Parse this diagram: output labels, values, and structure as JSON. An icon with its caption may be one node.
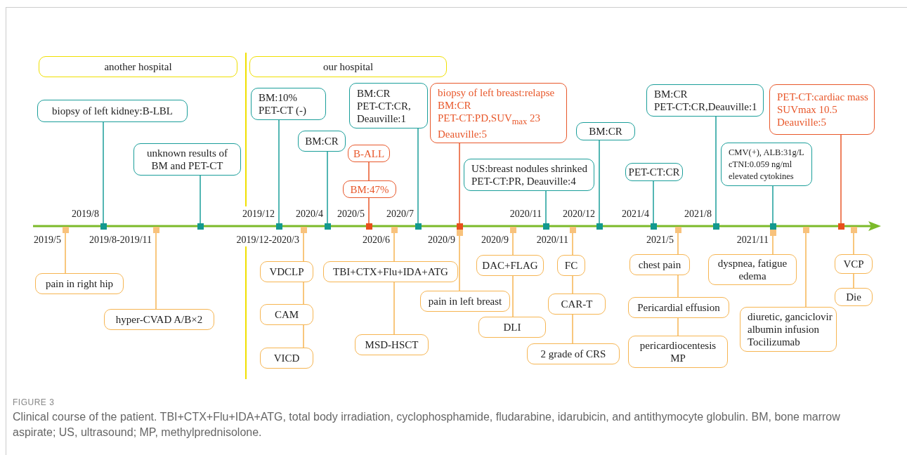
{
  "diagram": {
    "title": "FIGURE 3",
    "caption": "Clinical course of the patient. TBI+CTX+Flu+IDA+ATG, total body irradiation, cyclophosphamide, fludarabine, idarubicin, and antithymocyte globulin. BM, bone marrow aspirate; US, ultrasound; MP, methylprednisolone.",
    "nodes": [
      {
        "text": [
          "another hospital"
        ]
      },
      {
        "text": [
          "our hospital"
        ]
      },
      {
        "text": [
          "biopsy of left kidney:B-LBL"
        ]
      },
      {
        "text": [
          "unknown results of BM and PET-CT"
        ]
      },
      {
        "text": [
          "BM:10%",
          "PET-CT (-)"
        ]
      },
      {
        "text": [
          "BM:CR"
        ]
      },
      {
        "text": [
          "BM:CR",
          "PET-CT:CR,",
          "Deauville:1"
        ]
      },
      {
        "text": [
          "B-ALL"
        ]
      },
      {
        "text": [
          "BM:47%"
        ]
      },
      {
        "text": [
          "biopsy of left breast:relapse",
          "BM:CR",
          "PET-CT:PD,SUV$_{max}$ 23",
          "Deauville:5"
        ]
      },
      {
        "text": [
          "US:breast nodules shrinked",
          "PET-CT:PR, Deauville:4"
        ]
      },
      {
        "text": [
          "BM:CR"
        ]
      },
      {
        "text": [
          "PET-CT:CR"
        ]
      },
      {
        "text": [
          "BM:CR",
          "PET-CT:CR,Deauville:1"
        ]
      },
      {
        "text": [
          "CMV(+), ALB:31g/L",
          "cTNI:0.059 ng/ml",
          "elevated cytokines"
        ]
      },
      {
        "text": [
          "PET-CT:cardiac mass",
          "SUVmax 10.5",
          "Deauville:5"
        ]
      },
      {
        "text": [
          "pain in right hip"
        ]
      },
      {
        "text": [
          "hyper-CVAD A/B×2"
        ]
      },
      {
        "text": [
          "VDCLP"
        ]
      },
      {
        "text": [
          "CAM"
        ]
      },
      {
        "text": [
          "VICD"
        ]
      },
      {
        "text": [
          "TBI+CTX+Flu+IDA+ATG"
        ]
      },
      {
        "text": [
          "MSD-HSCT"
        ]
      },
      {
        "text": [
          "pain in left breast"
        ]
      },
      {
        "text": [
          "DAC+FLAG"
        ]
      },
      {
        "text": [
          "DLI"
        ]
      },
      {
        "text": [
          "FC"
        ]
      },
      {
        "text": [
          "CAR-T"
        ]
      },
      {
        "text": [
          "2 grade of CRS"
        ]
      },
      {
        "text": [
          "chest pain"
        ]
      },
      {
        "text": [
          "Pericardial effusion"
        ]
      },
      {
        "text": [
          "pericardiocentesis",
          "MP"
        ]
      },
      {
        "text": [
          "dyspnea, fatigue",
          "edema"
        ]
      },
      {
        "text": [
          "diuretic, ganciclovir",
          "albumin infusion",
          "Tocilizumab"
        ]
      },
      {
        "text": [
          "VCP"
        ]
      },
      {
        "text": [
          "Die"
        ]
      },
      {
        "text": [],
        "shape": "box",
        "beside": [
          "2019/5"
        ]
      },
      {
        "text": [],
        "shape": "box",
        "beside": [
          "2019/8"
        ]
      },
      {
        "text": [],
        "shape": "box",
        "beside": [
          "2019/8-2019/11"
        ]
      },
      {
        "text": [],
        "shape": "box"
      },
      {
        "text": [],
        "shape": "box",
        "beside": [
          "2019/12"
        ]
      },
      {
        "text": [],
        "shape": "box",
        "beside": [
          "2019/12-2020/3"
        ]
      },
      {
        "text": [],
        "shape": "box",
        "beside": [
          "2020/4"
        ]
      },
      {
        "text": [],
        "shape": "box",
        "beside": [
          "2020/5"
        ]
      },
      {
        "text": [],
        "shape": "box",
        "beside": [
          "2020/6"
        ]
      },
      {
        "text": [],
        "shape": "box",
        "beside": [
          "2020/7"
        ]
      },
      {
        "text": [],
        "shape": "box"
      },
      {
        "text": [],
        "shape": "box",
        "beside": [
          "2020/9"
        ]
      },
      {
        "text": [],
        "shape": "box",
        "beside": [
          "2020/9"
        ]
      },
      {
        "text": [],
        "shape": "box",
        "beside": [
          "2020/11"
        ]
      },
      {
        "text": [],
        "shape": "box",
        "beside": [
          "2020/11"
        ]
      },
      {
        "text": [],
        "shape": "box",
        "beside": [
          "2020/12"
        ]
      },
      {
        "text": [],
        "shape": "box",
        "beside": [
          "2021/4"
        ]
      },
      {
        "text": [],
        "shape": "box",
        "beside": [
          "2021/5"
        ]
      },
      {
        "text": [],
        "shape": "box",
        "beside": [
          "2021/8"
        ]
      },
      {
        "text": [],
        "shape": "box"
      },
      {
        "text": [],
        "shape": "box",
        "beside": [
          "2021/11"
        ]
      },
      {
        "text": [],
        "shape": "box"
      },
      {
        "text": [],
        "shape": "box"
      },
      {
        "text": [],
        "shape": "box"
      }
    ],
    "edges": [
      {
        "from": 2,
        "to": 37,
        "arrow": "none",
        "color": "#1a9e9a"
      },
      {
        "from": 3,
        "to": 39,
        "arrow": "none",
        "color": "#1a9e9a"
      },
      {
        "from": 4,
        "to": 40,
        "arrow": "none",
        "color": "#1a9e9a"
      },
      {
        "from": 5,
        "to": 42,
        "arrow": "none",
        "color": "#1a9e9a"
      },
      {
        "from": 6,
        "to": 45,
        "arrow": "none",
        "color": "#1a9e9a"
      },
      {
        "from": 7,
        "to": 8,
        "arrow": "none",
        "color": "#e8572a"
      },
      {
        "from": 8,
        "to": 43,
        "arrow": "none",
        "color": "#e8572a"
      },
      {
        "from": 9,
        "to": 46,
        "arrow": "none",
        "color": "#e8572a"
      },
      {
        "from": 10,
        "to": 49,
        "arrow": "none",
        "color": "#1a9e9a"
      },
      {
        "from": 11,
        "to": 51,
        "arrow": "none",
        "color": "#1a9e9a"
      },
      {
        "from": 12,
        "to": 52,
        "arrow": "none",
        "color": "#1a9e9a"
      },
      {
        "from": 13,
        "to": 54,
        "arrow": "none",
        "color": "#1a9e9a"
      },
      {
        "from": 14,
        "to": 55,
        "arrow": "none",
        "color": "#1a9e9a"
      },
      {
        "from": 15,
        "to": 58,
        "arrow": "none",
        "color": "#e8572a"
      },
      {
        "from": 36,
        "to": 16,
        "arrow": "none"
      },
      {
        "from": 38,
        "to": 17,
        "arrow": "none"
      },
      {
        "from": 41,
        "to": 18,
        "arrow": "none"
      },
      {
        "from": 18,
        "to": 19,
        "arrow": "none"
      },
      {
        "from": 19,
        "to": 20,
        "arrow": "none"
      },
      {
        "from": 44,
        "to": 21,
        "arrow": "none"
      },
      {
        "from": 21,
        "to": 22,
        "arrow": "none"
      },
      {
        "from": 47,
        "to": 23,
        "arrow": "none"
      },
      {
        "from": 48,
        "to": 24,
        "arrow": "none"
      },
      {
        "from": 24,
        "to": 25,
        "arrow": "none"
      },
      {
        "from": 50,
        "to": 26,
        "arrow": "none"
      },
      {
        "from": 26,
        "to": 27,
        "arrow": "none"
      },
      {
        "from": 27,
        "to": 28,
        "arrow": "none"
      },
      {
        "from": 53,
        "to": 29,
        "arrow": "none"
      },
      {
        "from": 29,
        "to": 30,
        "arrow": "none"
      },
      {
        "from": 30,
        "to": 31,
        "arrow": "none"
      },
      {
        "from": 56,
        "to": 32,
        "arrow": "none"
      },
      {
        "from": 57,
        "to": 33,
        "arrow": "none"
      },
      {
        "from": 59,
        "to": 34,
        "arrow": "none"
      },
      {
        "from": 34,
        "to": 35,
        "arrow": "none"
      }
    ]
  }
}
